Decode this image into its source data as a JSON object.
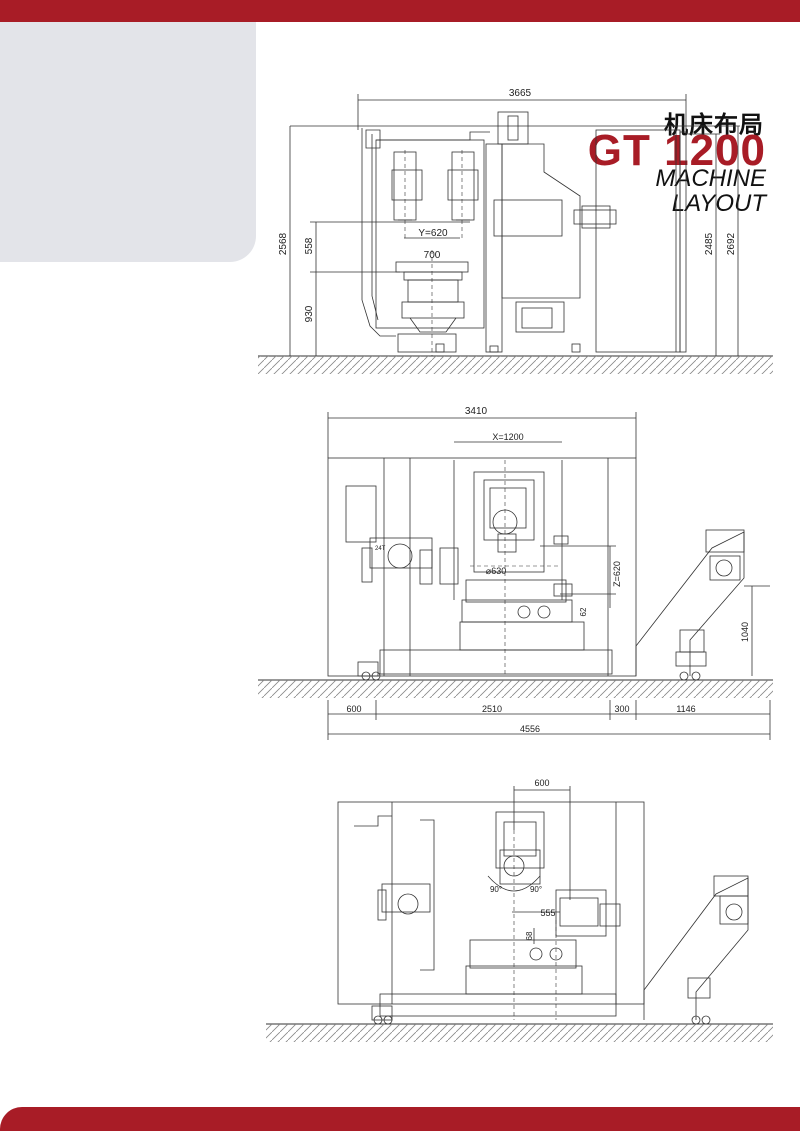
{
  "brand": {
    "accent": "#a81c26"
  },
  "header": {
    "title_cn": "机床布局",
    "model": "GT 1200",
    "title_line1": "MACHINE",
    "title_line2": "LAYOUT"
  },
  "side_view": {
    "dim_width": "3665",
    "dim_total_height": "2568",
    "dim_558": "558",
    "dim_930": "930",
    "dim_y_travel": "Y=620",
    "dim_700": "700",
    "dim_2485": "2485",
    "dim_2692": "2692"
  },
  "front_view": {
    "dim_width": "3410",
    "dim_x_travel": "X=1200",
    "label_tool": "24T",
    "dim_table": "⌀630",
    "dim_z_travel": "Z=620",
    "dim_62": "62",
    "dim_1040": "1040",
    "dim_600": "600",
    "dim_2510": "2510",
    "dim_300": "300",
    "dim_1146": "1146",
    "dim_total": "4556"
  },
  "top_view": {
    "dim_600": "600",
    "angle_left": "90°",
    "angle_right": "90°",
    "dim_555": "555",
    "dim_68": "68"
  }
}
